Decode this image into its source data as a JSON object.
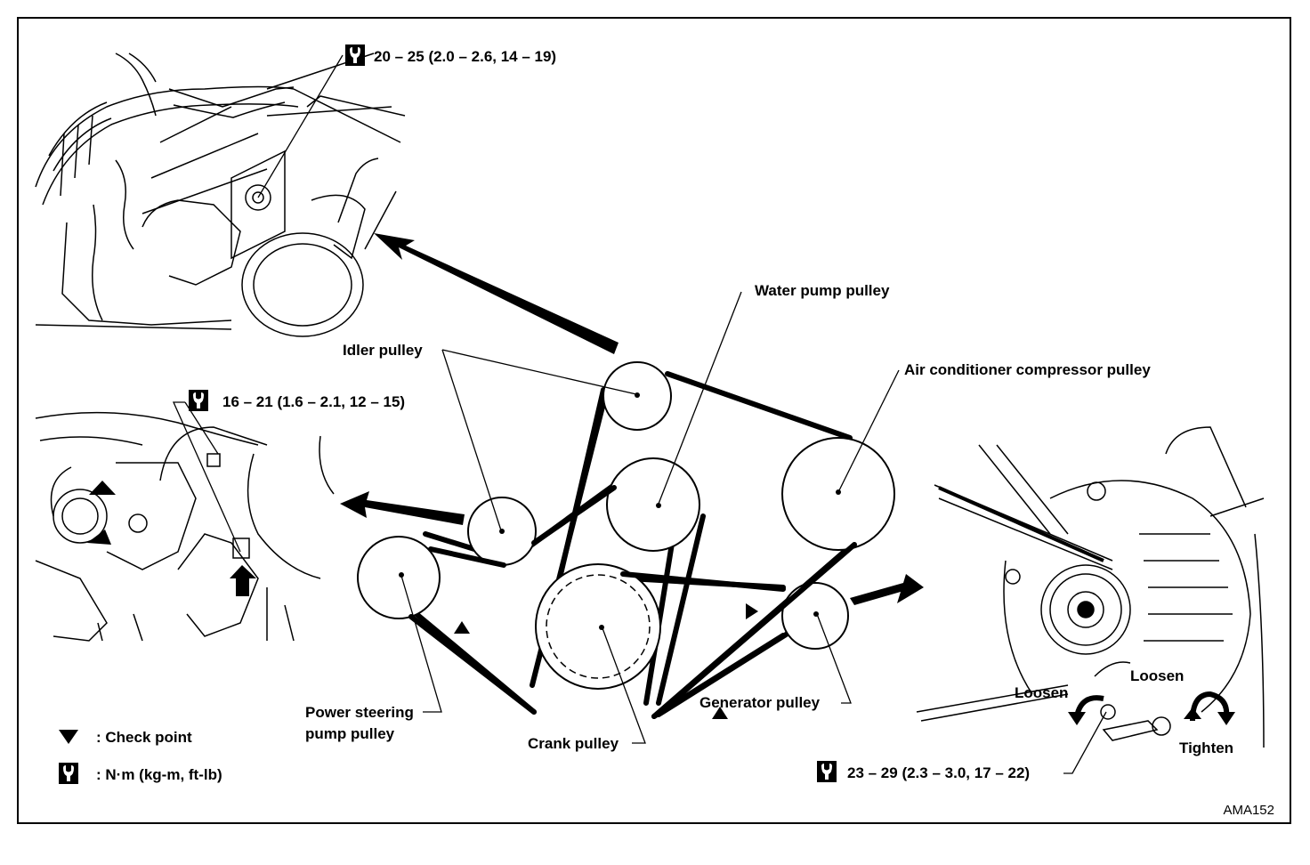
{
  "torque_specs": {
    "upper": "20 – 25 (2.0 – 2.6, 14 – 19)",
    "left": "16 – 21 (1.6 – 2.1, 12 – 15)",
    "right": "23 – 29 (2.3 – 3.0, 17 – 22)"
  },
  "pulleys": {
    "water_pump": "Water pump pulley",
    "idler": "Idler pulley",
    "air_conditioner": "Air conditioner compressor pulley",
    "power_steering_line1": "Power steering",
    "power_steering_line2": "pump pulley",
    "crank": "Crank pulley",
    "generator": "Generator pulley"
  },
  "adjust": {
    "loosen_left": "Loosen",
    "loosen_right": "Loosen",
    "tighten": "Tighten"
  },
  "legend": {
    "check_point": ": Check point",
    "torque_unit": ": N·m (kg-m, ft-lb)"
  },
  "figure_code": "AMA152",
  "icons": [
    "torque-wrench-icon",
    "check-point-triangle-icon"
  ]
}
